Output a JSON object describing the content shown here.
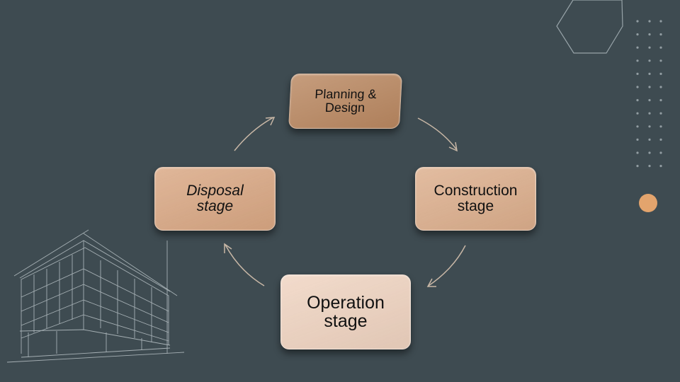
{
  "colors": {
    "background": "#3e4b51",
    "planning_fill": "#b98760",
    "construction_fill": "#dcae8c",
    "operation_fill": "#efd3c0",
    "disposal_fill": "#d9a783",
    "arrow": "#c8b7a6",
    "accent_dot": "#e3a46d",
    "line_art": "#c9d2d6"
  },
  "cycle": {
    "nodes": [
      {
        "id": "planning",
        "label": "Planning &\nDesign"
      },
      {
        "id": "construction",
        "label": "Construction\nstage"
      },
      {
        "id": "operation",
        "label": "Operation\nstage"
      },
      {
        "id": "disposal",
        "label": "Disposal\nstage"
      }
    ],
    "direction": "clockwise"
  },
  "decorations": {
    "hexagon_icon": "hexagon-outline-icon",
    "dot_grid_icon": "dot-grid-pattern",
    "accent_circle_icon": "orange-circle-icon",
    "building_icon": "building-line-art-icon"
  }
}
